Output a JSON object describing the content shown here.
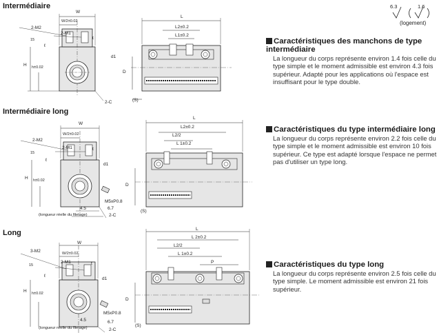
{
  "sections": [
    {
      "title": "Intermédiaire"
    },
    {
      "title": "Intermédiaire long"
    },
    {
      "title": "Long"
    }
  ],
  "roughness": {
    "main": "6.3",
    "sub": "1.6",
    "note": "(logement)"
  },
  "descriptions": [
    {
      "heading": "Caractéristiques des manchons de type intermédiaire",
      "body": "La longueur du corps représente environ 1.4 fois celle du type simple et le moment admissible est environ 4.3 fois supérieur. Adapté pour les applications où l'espace est insuffisant pour le type double."
    },
    {
      "heading": "Caractéristiques du type intermédiaire long",
      "body": "La longueur du corps représente environ 2.2 fois celle du type simple et le moment admissible est environ 10 fois supérieur. Ce type est adapté lorsque l'espace ne permet pas d'utiliser un type long."
    },
    {
      "heading": "Caractéristiques du type long",
      "body": "La longueur du corps représente environ 2.5 fois celle du type simple. Le moment admissible est environ 21 fois supérieur."
    }
  ],
  "labels": {
    "W": "W",
    "W2": "W/2±0.02",
    "M2": "2-M2",
    "M1": "2-M1",
    "M3": "3-M2",
    "t": "t",
    "l": "ℓ",
    "H": "H",
    "h": "h±0.02",
    "D": "D",
    "d": "d1",
    "C": "2-C",
    "S": "(S)",
    "L": "L",
    "L2": "L2±0.2",
    "L1": "L1±0.2",
    "L2half": "L2/2",
    "L1b": "L 1±0.2",
    "L2b": "L 2±0.2",
    "P": "P",
    "v15": "15",
    "v45": "4.5",
    "v67": "6.7",
    "M5": "M5xP0.8",
    "thread": "(longueur réelle du filetage)"
  }
}
